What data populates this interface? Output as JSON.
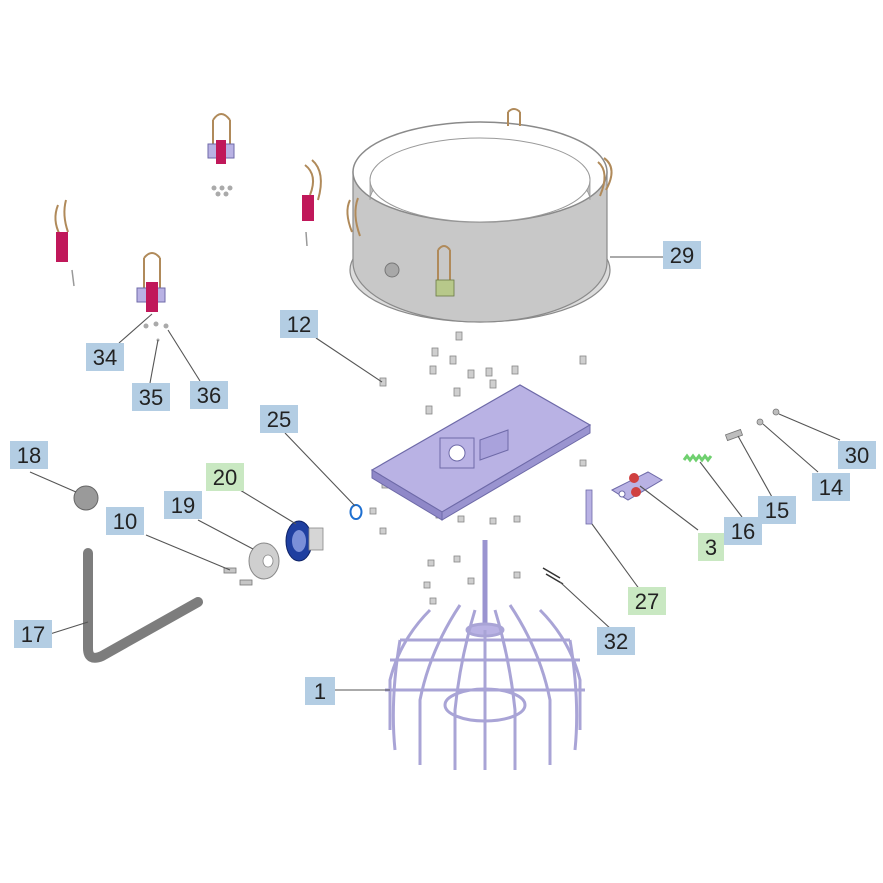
{
  "diagram": {
    "callouts": [
      {
        "id": "c1",
        "label": "1",
        "style": "blue"
      },
      {
        "id": "c3",
        "label": "3",
        "style": "green"
      },
      {
        "id": "c10",
        "label": "10",
        "style": "blue"
      },
      {
        "id": "c12",
        "label": "12",
        "style": "blue"
      },
      {
        "id": "c14",
        "label": "14",
        "style": "blue"
      },
      {
        "id": "c15",
        "label": "15",
        "style": "blue"
      },
      {
        "id": "c16",
        "label": "16",
        "style": "blue"
      },
      {
        "id": "c17",
        "label": "17",
        "style": "blue"
      },
      {
        "id": "c18",
        "label": "18",
        "style": "blue"
      },
      {
        "id": "c19",
        "label": "19",
        "style": "blue"
      },
      {
        "id": "c20",
        "label": "20",
        "style": "green"
      },
      {
        "id": "c25",
        "label": "25",
        "style": "blue"
      },
      {
        "id": "c27",
        "label": "27",
        "style": "green"
      },
      {
        "id": "c29",
        "label": "29",
        "style": "blue"
      },
      {
        "id": "c30",
        "label": "30",
        "style": "blue"
      },
      {
        "id": "c32",
        "label": "32",
        "style": "blue"
      },
      {
        "id": "c34",
        "label": "34",
        "style": "blue"
      },
      {
        "id": "c35",
        "label": "35",
        "style": "blue"
      },
      {
        "id": "c36",
        "label": "36",
        "style": "blue"
      }
    ],
    "colors": {
      "callout_blue": "#b3cde3",
      "callout_green": "#c9e8c2",
      "callout_text": "#222222",
      "leader": "#555555",
      "frame_purple": "#a9a4d6",
      "frame_stroke": "#6e6aa8",
      "ring_gray": "#cfcfcf",
      "ring_stroke": "#8a8a8a",
      "latch_magenta": "#c0185a",
      "latch_wire": "#b08a5a",
      "handle_gray": "#7d7d7d",
      "spring_green": "#6fd06f",
      "wheel_blue": "#1f3fa0"
    }
  }
}
